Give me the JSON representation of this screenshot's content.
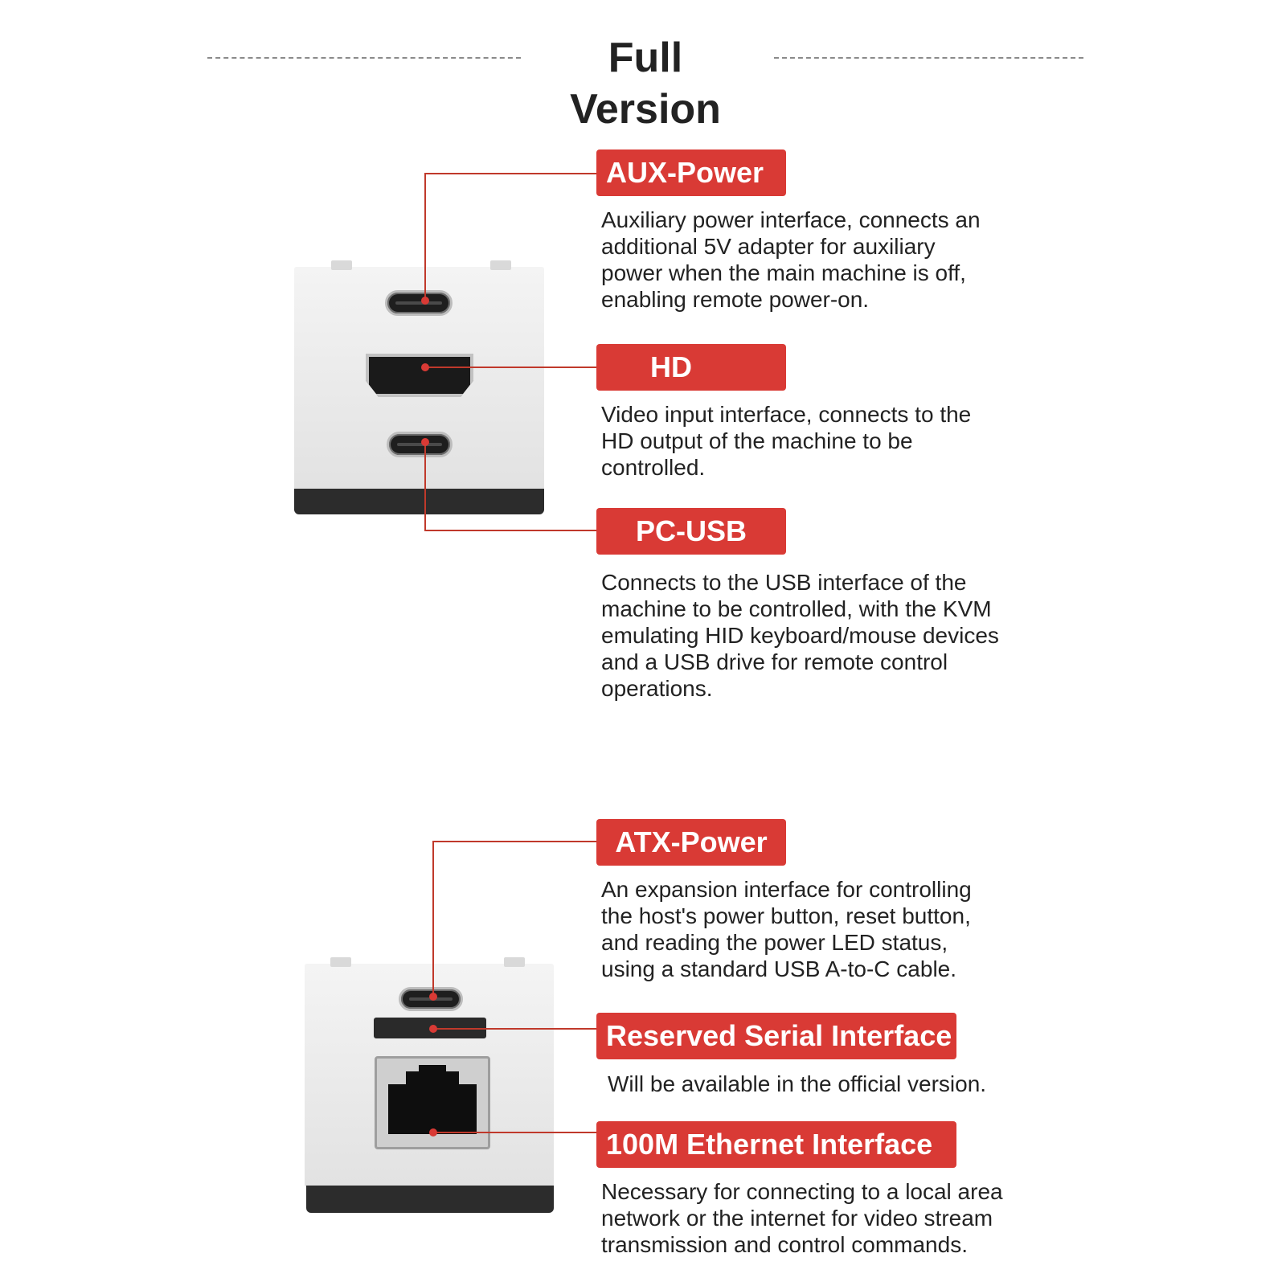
{
  "title": "Full Version",
  "colors": {
    "accent": "#d93a35",
    "line": "#c0392b",
    "text": "#222222"
  },
  "top_device": {
    "ports": [
      {
        "name": "AUX-Power",
        "description": "Auxiliary power interface, connects an\nadditional 5V adapter for auxiliary\npower when the main machine is off,\nenabling remote power-on."
      },
      {
        "name": "HD",
        "description": "Video input interface, connects to the\nHD     output of the machine to be\ncontrolled."
      },
      {
        "name": "PC-USB",
        "description": "Connects to the USB interface of the\nmachine to be controlled, with the KVM\nemulating HID keyboard/mouse devices\nand a USB drive for remote control\noperations."
      }
    ]
  },
  "bottom_device": {
    "ports": [
      {
        "name": "ATX-Power",
        "description": "An expansion interface for controlling\nthe host's power button, reset button,\nand reading the power LED status,\nusing a standard USB A-to-C cable."
      },
      {
        "name": "Reserved Serial Interface",
        "description": "Will be available in the official version."
      },
      {
        "name": "100M Ethernet Interface",
        "description": "Necessary for connecting to a local area\nnetwork or the internet for video stream\ntransmission and control commands."
      }
    ]
  }
}
